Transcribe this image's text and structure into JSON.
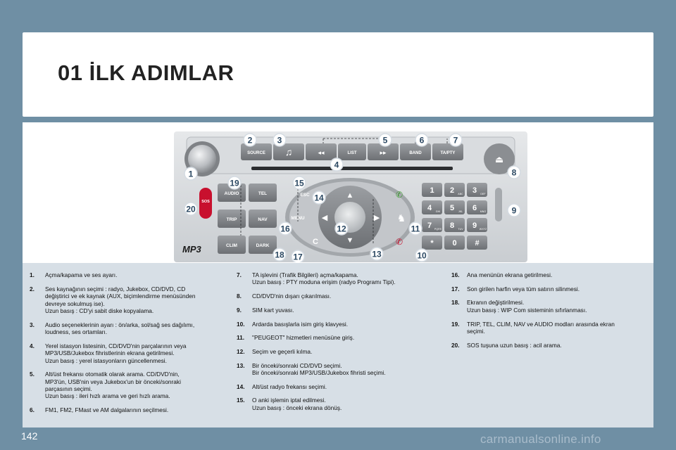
{
  "title": "01 İLK ADIMLAR",
  "page_number": "142",
  "watermark": "carmanualsonline.info",
  "device": {
    "buttons": {
      "source": "SOURCE",
      "list": "LIST",
      "band": "BAND",
      "ta": "TA/PTY",
      "audio": "AUDIO",
      "tel": "TEL",
      "trip": "TRIP",
      "nav": "NAV",
      "clim": "CLIM",
      "dark": "DARK",
      "sos": "SOS",
      "esc": "ESC",
      "menu": "MENU",
      "c": "C",
      "logo": "MP3"
    },
    "keypad": [
      {
        "digit": "1",
        "letters": ""
      },
      {
        "digit": "2",
        "letters": "ABC"
      },
      {
        "digit": "3",
        "letters": "DEF"
      },
      {
        "digit": "4",
        "letters": "GHI"
      },
      {
        "digit": "5",
        "letters": "JKL"
      },
      {
        "digit": "6",
        "letters": "MNO"
      },
      {
        "digit": "7",
        "letters": "PQRS"
      },
      {
        "digit": "8",
        "letters": "TUV"
      },
      {
        "digit": "9",
        "letters": "WXYZ"
      },
      {
        "digit": "*",
        "letters": ""
      },
      {
        "digit": "0",
        "letters": ""
      },
      {
        "digit": "#",
        "letters": ""
      }
    ],
    "callouts": [
      "1",
      "2",
      "3",
      "4",
      "5",
      "6",
      "7",
      "8",
      "9",
      "10",
      "11",
      "12",
      "13",
      "14",
      "15",
      "16",
      "17",
      "18",
      "19",
      "20"
    ]
  },
  "items": {
    "col1": [
      {
        "num": "1.",
        "lines": [
          "Açma/kapama ve ses ayarı."
        ]
      },
      {
        "num": "2.",
        "lines": [
          "Ses kaynağının seçimi : radyo, Jukebox, CD/DVD, CD",
          "değiştirici ve ek kaynak (AUX, biçimlendirme menüsünden",
          "devreye sokulmuş ise).",
          "Uzun basış : CD'yi sabit diske kopyalama."
        ]
      },
      {
        "num": "3.",
        "lines": [
          "Audio seçeneklerinin ayarı : ön/arka, sol/sağ ses dağılımı,",
          "loudness, ses ortamları."
        ]
      },
      {
        "num": "4.",
        "lines": [
          "Yerel istasyon listesinin, CD/DVD'nin parçalarının veya",
          "MP3/USB/Jukebox fihristlerinin ekrana getirilmesi.",
          "Uzun basış : yerel istasyonların güncellenmesi."
        ]
      },
      {
        "num": "5.",
        "lines": [
          "Alt/üst frekansı otomatik olarak arama. CD/DVD'nin,",
          "MP3'ün, USB'nin veya Jukebox'un bir önceki/sonraki",
          "parçasının seçimi.",
          "Uzun basış : ileri hızlı arama ve geri hızlı arama."
        ]
      },
      {
        "num": "6.",
        "lines": [
          "FM1, FM2, FMast ve AM dalgalarının seçilmesi."
        ]
      }
    ],
    "col2": [
      {
        "num": "7.",
        "lines": [
          "TA işlevini (Trafik Bilgileri) açma/kapama.",
          "Uzun basış : PTY moduna erişim (radyo Programı Tipi)."
        ]
      },
      {
        "num": "8.",
        "lines": [
          "CD/DVD'nin dışarı çıkarılması."
        ]
      },
      {
        "num": "9.",
        "lines": [
          "SIM kart yuvası."
        ]
      },
      {
        "num": "10.",
        "lines": [
          "Ardarda basışlarla isim giriş klavyesi."
        ]
      },
      {
        "num": "11.",
        "lines": [
          "\"PEUGEOT\" hizmetleri menüsüne giriş."
        ]
      },
      {
        "num": "12.",
        "lines": [
          "Seçim ve geçerli kılma."
        ]
      },
      {
        "num": "13.",
        "lines": [
          "Bir önceki/sonraki CD/DVD seçimi.",
          "Bir önceki/sonraki MP3/USB/Jukebox fihristi seçimi."
        ]
      },
      {
        "num": "14.",
        "lines": [
          "Alt/üst radyo frekansı seçimi."
        ]
      },
      {
        "num": "15.",
        "lines": [
          "O anki işlemin iptal edilmesi.",
          "Uzun basış : önceki ekrana dönüş."
        ]
      }
    ],
    "col3": [
      {
        "num": "16.",
        "lines": [
          "Ana menünün ekrana getirilmesi."
        ]
      },
      {
        "num": "17.",
        "lines": [
          "Son girilen harfin veya tüm satırın silinmesi."
        ]
      },
      {
        "num": "18.",
        "lines": [
          "Ekranın değiştirilmesi.",
          "Uzun basış : WIP Com sisteminin sıfırlanması."
        ]
      },
      {
        "num": "19.",
        "lines": [
          "TRIP, TEL, CLIM, NAV ve AUDIO modları arasında ekran",
          "seçimi."
        ]
      },
      {
        "num": "20.",
        "lines": [
          "SOS tuşuna uzun basış : acil arama."
        ]
      }
    ]
  }
}
